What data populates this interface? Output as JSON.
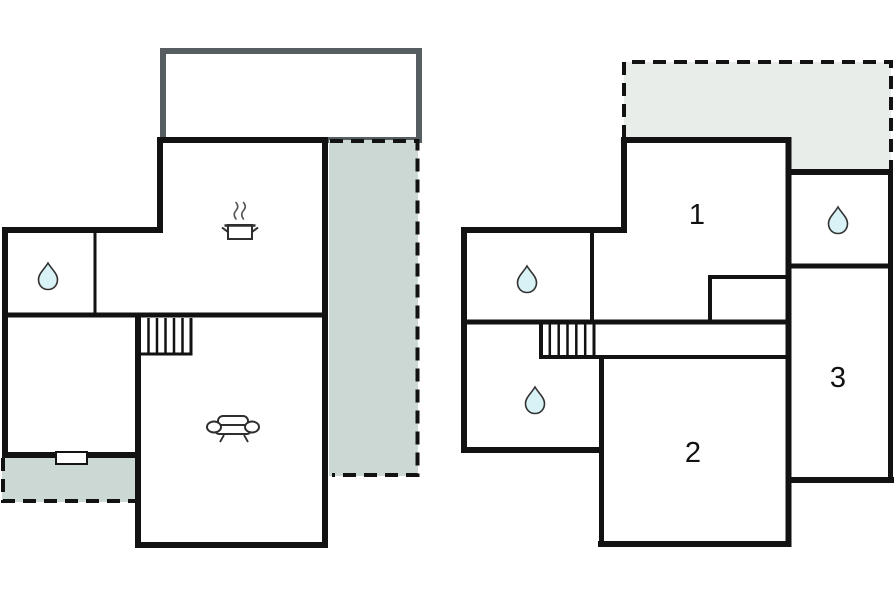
{
  "colors": {
    "wall": "#121212",
    "annex_wall": "#565e61",
    "terrace_shade": "#ccd8d4",
    "roof_shade": "#e8ede9",
    "water_drop_fill": "#d8f2f6",
    "label_color": "#111111",
    "background": "#ffffff"
  },
  "plans": {
    "ground": {
      "icons": {
        "bathroom": "water-drop-icon",
        "kitchen": "cooking-pot-icon",
        "living_room": "sofa-icon",
        "stairs": "stairs"
      }
    },
    "upper": {
      "rooms": [
        {
          "label": "1"
        },
        {
          "label": "2"
        },
        {
          "label": "3"
        }
      ],
      "icons": {
        "bathroom_upper_left": "water-drop-icon",
        "bathroom_lower_left": "water-drop-icon",
        "bathroom_right": "water-drop-icon",
        "stairs": "stairs"
      }
    }
  }
}
